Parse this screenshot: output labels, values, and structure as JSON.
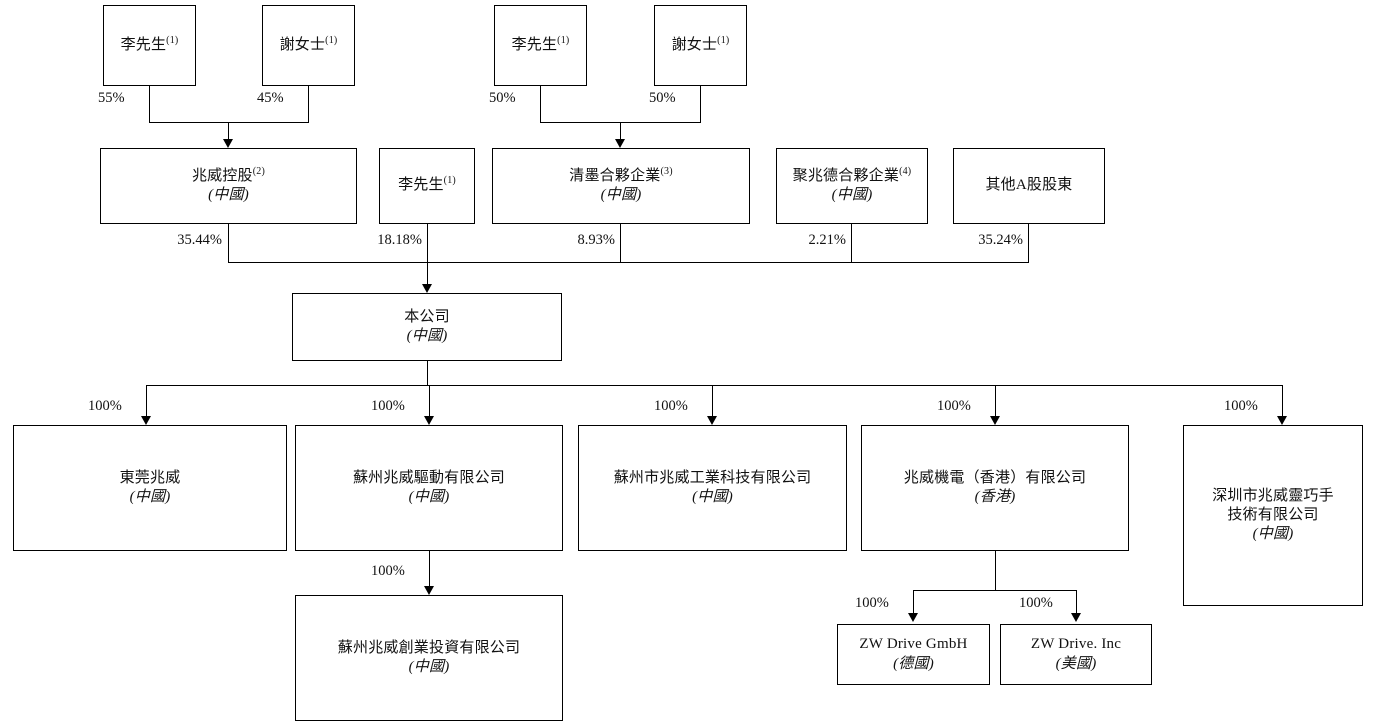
{
  "diagram": {
    "title": "Corporate Shareholding Structure Chart",
    "type": "org-chart",
    "line_color": "#000000",
    "text_color": "#111111",
    "background": "#ffffff"
  },
  "tier1_left": {
    "person_a": {
      "name": "李先生",
      "sup": "(1)",
      "pct": "55%"
    },
    "person_b": {
      "name": "謝女士",
      "sup": "(1)",
      "pct": "45%"
    }
  },
  "tier1_right": {
    "person_a": {
      "name": "李先生",
      "sup": "(1)",
      "pct": "50%"
    },
    "person_b": {
      "name": "謝女士",
      "sup": "(1)",
      "pct": "50%"
    }
  },
  "tier2": [
    {
      "name": "兆威控股",
      "sup": "(2)",
      "jur": "(中國)",
      "pct": "35.44%"
    },
    {
      "name": "李先生",
      "sup": "(1)",
      "jur": "",
      "pct": "18.18%"
    },
    {
      "name": "清墨合夥企業",
      "sup": "(3)",
      "jur": "(中國)",
      "pct": "8.93%"
    },
    {
      "name": "聚兆德合夥企業",
      "sup": "(4)",
      "jur": "(中國)",
      "pct": "2.21%"
    },
    {
      "name": "其他A股股東",
      "sup": "",
      "jur": "",
      "pct": "35.24%"
    }
  ],
  "company": {
    "name": "本公司",
    "sup": "",
    "jur": "(中國)"
  },
  "tier4": [
    {
      "name": "東莞兆威",
      "sup": "",
      "jur": "(中國)",
      "pct": "100%"
    },
    {
      "name": "蘇州兆威驅動有限公司",
      "sup": "",
      "jur": "(中國)",
      "pct": "100%"
    },
    {
      "name": "蘇州市兆威工業科技有限公司",
      "sup": "",
      "jur": "(中國)",
      "pct": "100%"
    },
    {
      "name": "兆威機電（香港）有限公司",
      "sup": "",
      "jur": "(香港)",
      "pct": "100%"
    },
    {
      "name": "深圳市兆威靈巧手\n技術有限公司",
      "sup": "",
      "jur": "(中國)",
      "pct": "100%"
    }
  ],
  "tier5": {
    "suzhou_invest": {
      "name": "蘇州兆威創業投資有限公司",
      "jur": "(中國)",
      "pct": "100%"
    },
    "zw_gmbh": {
      "name": "ZW Drive GmbH",
      "jur": "(德國)",
      "pct": "100%"
    },
    "zw_inc": {
      "name": "ZW Drive. Inc",
      "jur": "(美國)",
      "pct": "100%"
    }
  }
}
